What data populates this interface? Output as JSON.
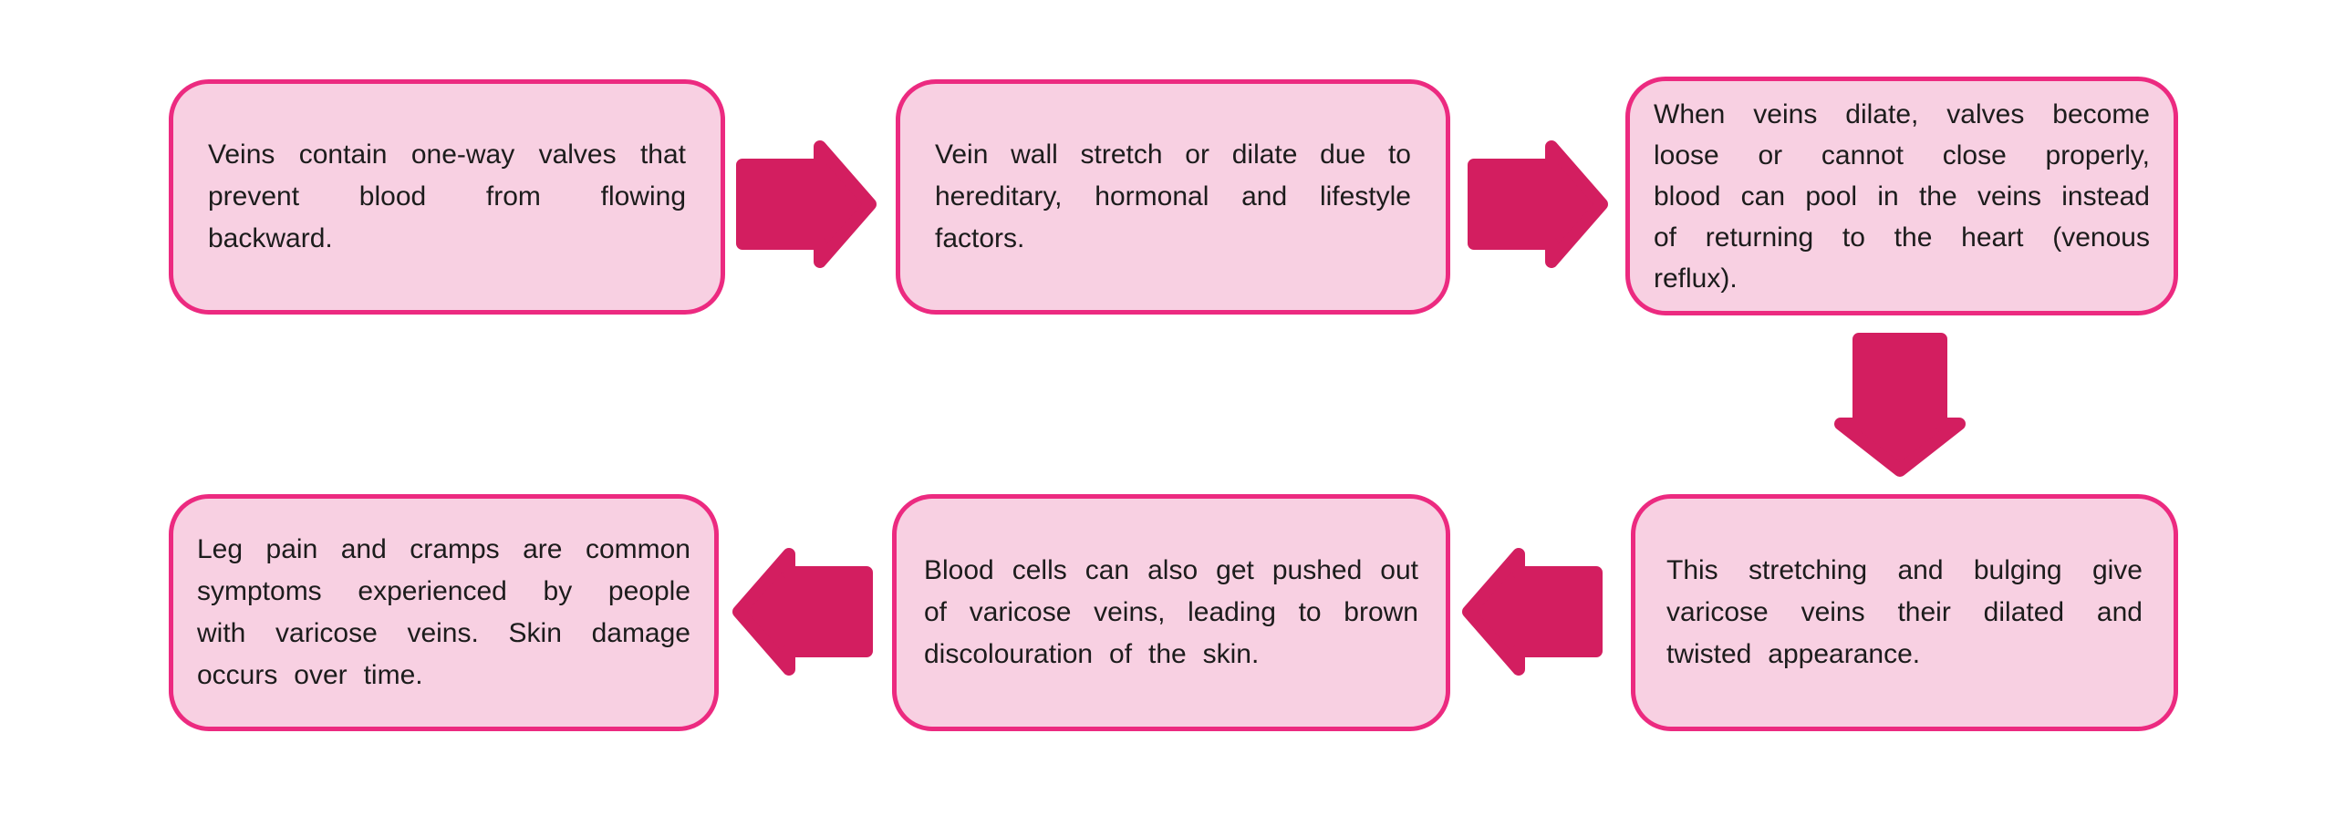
{
  "flowchart": {
    "subject": "varicose-veins-progression",
    "colors": {
      "background": "#ffffff",
      "box_fill": "#f8d0e2",
      "box_border": "#ec2a80",
      "arrow": "#d31e60",
      "text": "#1c1c1c"
    },
    "steps": [
      {
        "order": 1,
        "position": "top-left",
        "text": "Veins contain one-way valves that prevent blood from flowing backward."
      },
      {
        "order": 2,
        "position": "top-center",
        "text": "Vein wall stretch or dilate due to hereditary, hormonal and lifestyle factors."
      },
      {
        "order": 3,
        "position": "top-right",
        "text": "When veins dilate, valves become loose or cannot close properly, blood can pool in the veins instead of returning to the heart (venous reflux)."
      },
      {
        "order": 4,
        "position": "bottom-right",
        "text": "This stretching and bulging give varicose veins their dilated and twisted appearance."
      },
      {
        "order": 5,
        "position": "bottom-center",
        "text": "Blood cells can also get pushed out of varicose veins, leading to brown discolouration of the skin."
      },
      {
        "order": 6,
        "position": "bottom-left",
        "text": "Leg pain and cramps are common symptoms experienced by people with varicose veins. Skin damage occurs over time."
      }
    ],
    "connections": [
      {
        "from": 1,
        "to": 2,
        "direction": "right"
      },
      {
        "from": 2,
        "to": 3,
        "direction": "right"
      },
      {
        "from": 3,
        "to": 4,
        "direction": "down"
      },
      {
        "from": 4,
        "to": 5,
        "direction": "left"
      },
      {
        "from": 5,
        "to": 6,
        "direction": "left"
      }
    ]
  }
}
